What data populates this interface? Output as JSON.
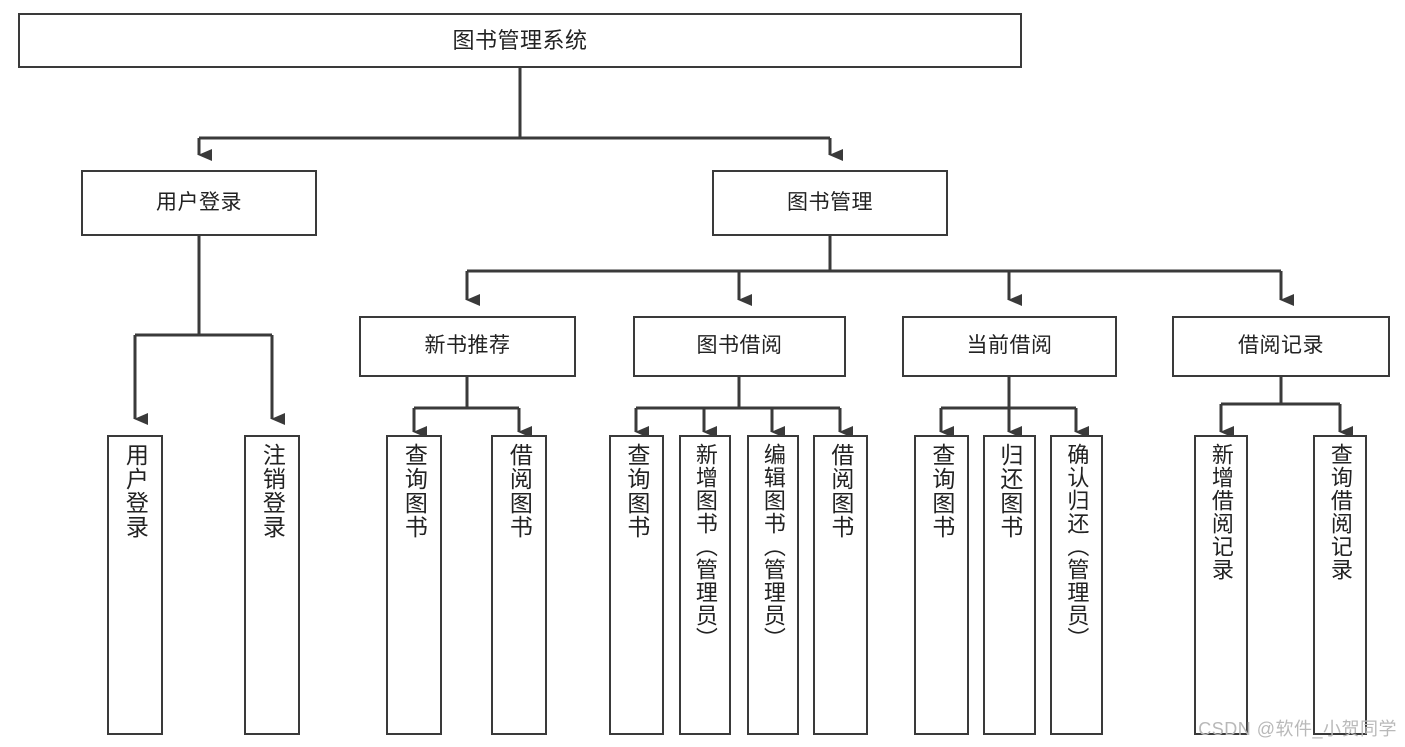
{
  "diagram": {
    "title": "图书管理系统",
    "watermark": "CSDN @软件_小贺同学",
    "stroke_color": "#3a3a3a",
    "fill_color": "#ffffff",
    "text_color": "#222222",
    "background": "#ffffff"
  },
  "nodes": {
    "root": {
      "label": "图书管理系统"
    },
    "level2": [
      {
        "label": "用户登录"
      },
      {
        "label": "图书管理"
      }
    ],
    "level3": [
      {
        "label": "新书推荐"
      },
      {
        "label": "图书借阅"
      },
      {
        "label": "当前借阅"
      },
      {
        "label": "借阅记录"
      }
    ],
    "leaves": {
      "user_login": [
        {
          "label": "用户登录"
        },
        {
          "label": "注销登录"
        }
      ],
      "new_book": [
        {
          "label": "查询图书"
        },
        {
          "label": "借阅图书"
        }
      ],
      "book_borrow": [
        {
          "label": "查询图书"
        },
        {
          "label": "新增图书（管理员）"
        },
        {
          "label": "编辑图书（管理员）"
        },
        {
          "label": "借阅图书"
        }
      ],
      "current_borrow": [
        {
          "label": "查询图书"
        },
        {
          "label": "归还图书"
        },
        {
          "label": "确认归还（管理员）"
        }
      ],
      "borrow_record": [
        {
          "label": "新增借阅记录"
        },
        {
          "label": "查询借阅记录"
        }
      ]
    }
  }
}
